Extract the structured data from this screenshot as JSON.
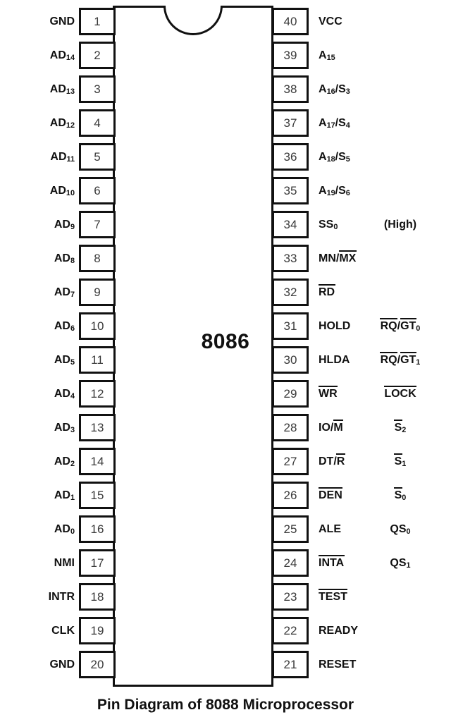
{
  "chip": {
    "center_label": "8086",
    "caption": "Pin Diagram of 8088 Microprocessor"
  },
  "pins": {
    "left": [
      {
        "number": "1",
        "label": "GND",
        "sub": ""
      },
      {
        "number": "2",
        "label": "AD",
        "sub": "14"
      },
      {
        "number": "3",
        "label": "AD",
        "sub": "13"
      },
      {
        "number": "4",
        "label": "AD",
        "sub": "12"
      },
      {
        "number": "5",
        "label": "AD",
        "sub": "11"
      },
      {
        "number": "6",
        "label": "AD",
        "sub": "10"
      },
      {
        "number": "7",
        "label": "AD",
        "sub": "9"
      },
      {
        "number": "8",
        "label": "AD",
        "sub": "8"
      },
      {
        "number": "9",
        "label": "AD",
        "sub": "7"
      },
      {
        "number": "10",
        "label": "AD",
        "sub": "6"
      },
      {
        "number": "11",
        "label": "AD",
        "sub": "5"
      },
      {
        "number": "12",
        "label": "AD",
        "sub": "4"
      },
      {
        "number": "13",
        "label": "AD",
        "sub": "3"
      },
      {
        "number": "14",
        "label": "AD",
        "sub": "2"
      },
      {
        "number": "15",
        "label": "AD",
        "sub": "1"
      },
      {
        "number": "16",
        "label": "AD",
        "sub": "0"
      },
      {
        "number": "17",
        "label": "NMI",
        "sub": ""
      },
      {
        "number": "18",
        "label": "INTR",
        "sub": ""
      },
      {
        "number": "19",
        "label": "CLK",
        "sub": ""
      },
      {
        "number": "20",
        "label": "GND",
        "sub": ""
      }
    ],
    "right": [
      {
        "number": "40",
        "label": "VCC",
        "alt": ""
      },
      {
        "number": "39",
        "label": "A15",
        "alt": ""
      },
      {
        "number": "38",
        "label": "A16/S3",
        "alt": ""
      },
      {
        "number": "37",
        "label": "A17/S4",
        "alt": ""
      },
      {
        "number": "36",
        "label": "A18/S5",
        "alt": ""
      },
      {
        "number": "35",
        "label": "A19/S6",
        "alt": ""
      },
      {
        "number": "34",
        "label": "SS0",
        "alt": "(High)"
      },
      {
        "number": "33",
        "label": "MN/MX",
        "alt": ""
      },
      {
        "number": "32",
        "label": "RD",
        "alt": ""
      },
      {
        "number": "31",
        "label": "HOLD",
        "alt": "RQ/GT0"
      },
      {
        "number": "30",
        "label": "HLDA",
        "alt": "RQ/GT1"
      },
      {
        "number": "29",
        "label": "WR",
        "alt": "LOCK"
      },
      {
        "number": "28",
        "label": "IO/M",
        "alt": "S2"
      },
      {
        "number": "27",
        "label": "DT/R",
        "alt": "S1"
      },
      {
        "number": "26",
        "label": "DEN",
        "alt": "S0"
      },
      {
        "number": "25",
        "label": "ALE",
        "alt": "QS0"
      },
      {
        "number": "24",
        "label": "INTA",
        "alt": "QS1"
      },
      {
        "number": "23",
        "label": "TEST",
        "alt": ""
      },
      {
        "number": "22",
        "label": "READY",
        "alt": ""
      },
      {
        "number": "21",
        "label": "RESET",
        "alt": ""
      }
    ]
  },
  "colors": {
    "outline": "#111111",
    "pin_number": "#3a3a3a",
    "background": "#ffffff"
  }
}
